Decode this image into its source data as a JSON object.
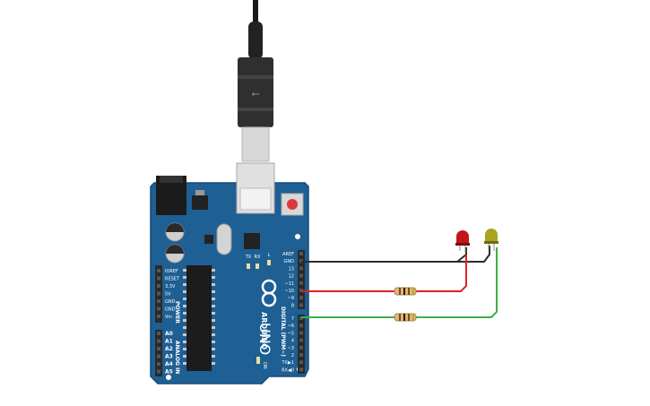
{
  "board": {
    "brand": "ARDUINO",
    "model": "UNO",
    "reset_button": "reset-button",
    "led_labels": {
      "l": "L",
      "tx": "TX",
      "rx": "RX",
      "on": "ON"
    },
    "power_header_title": "POWER",
    "analog_header_title": "ANALOG IN",
    "digital_header_title": "DIGITAL (PWM~)",
    "power_pins": [
      "IOREF",
      "RESET",
      "3.3V",
      "5V",
      "GND",
      "GND",
      "Vin"
    ],
    "analog_pins": [
      "A0",
      "A1",
      "A2",
      "A3",
      "A4",
      "A5"
    ],
    "digital_pins_top": [
      "AREF",
      "GND",
      "13",
      "12",
      "~11",
      "~10",
      "~9",
      "8"
    ],
    "digital_pins_bottom": [
      "7",
      "~6",
      "~5",
      "4",
      "~3",
      "2",
      "TX▶1",
      "RX◀0"
    ]
  },
  "components": {
    "led_1_color": "#c0171a",
    "led_2_color": "#a8a320",
    "resistor_color": "#d9b87c"
  },
  "wires": {
    "gnd_color": "#2b2b2b",
    "pin10_color": "#e02020",
    "pin7_color": "#3cb043"
  },
  "colors": {
    "board": "#1e5f94",
    "board_edge": "#174d7a",
    "header": "#2a2a2a",
    "usb_body": "#2f2f2f"
  }
}
